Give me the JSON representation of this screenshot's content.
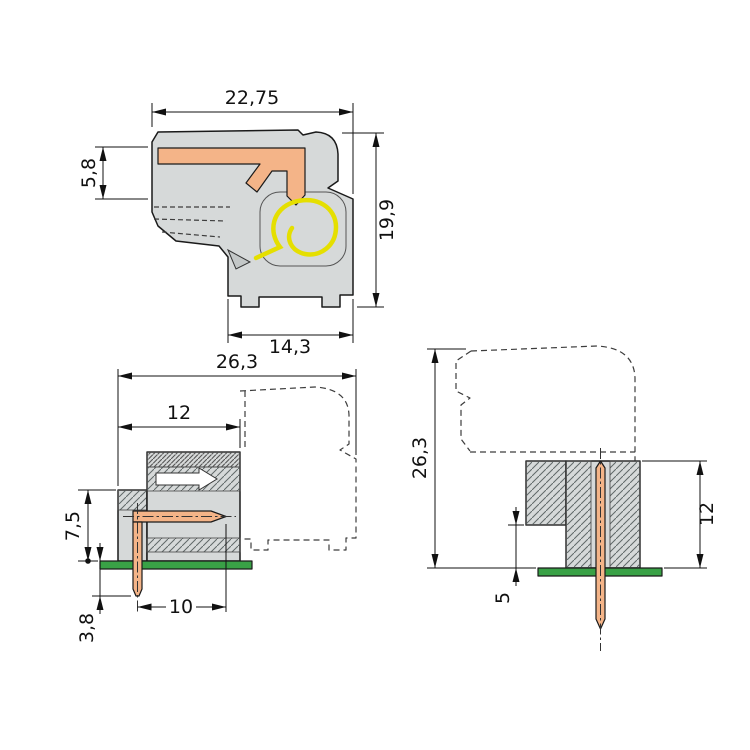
{
  "dimensions": {
    "section_view": {
      "overall_width": "22,75",
      "busbar_height": "5,8",
      "overall_height": "19,9",
      "base_width": "14,3"
    },
    "side_view": {
      "overall_depth": "26,3",
      "housing_depth": "12",
      "height_above_board": "7,5",
      "pin_below_board": "3,8",
      "pin_reach": "10"
    },
    "front_view": {
      "overall_height": "26,3",
      "housing_height": "12",
      "standoff_height": "5"
    }
  },
  "colors": {
    "housing_gray": "#d6d9d9",
    "contact_copper": "#f4b488",
    "spring_yellow": "#e5df00",
    "pcb_green": "#39a146",
    "outline": "#1a1a1a",
    "background": "#ffffff"
  }
}
